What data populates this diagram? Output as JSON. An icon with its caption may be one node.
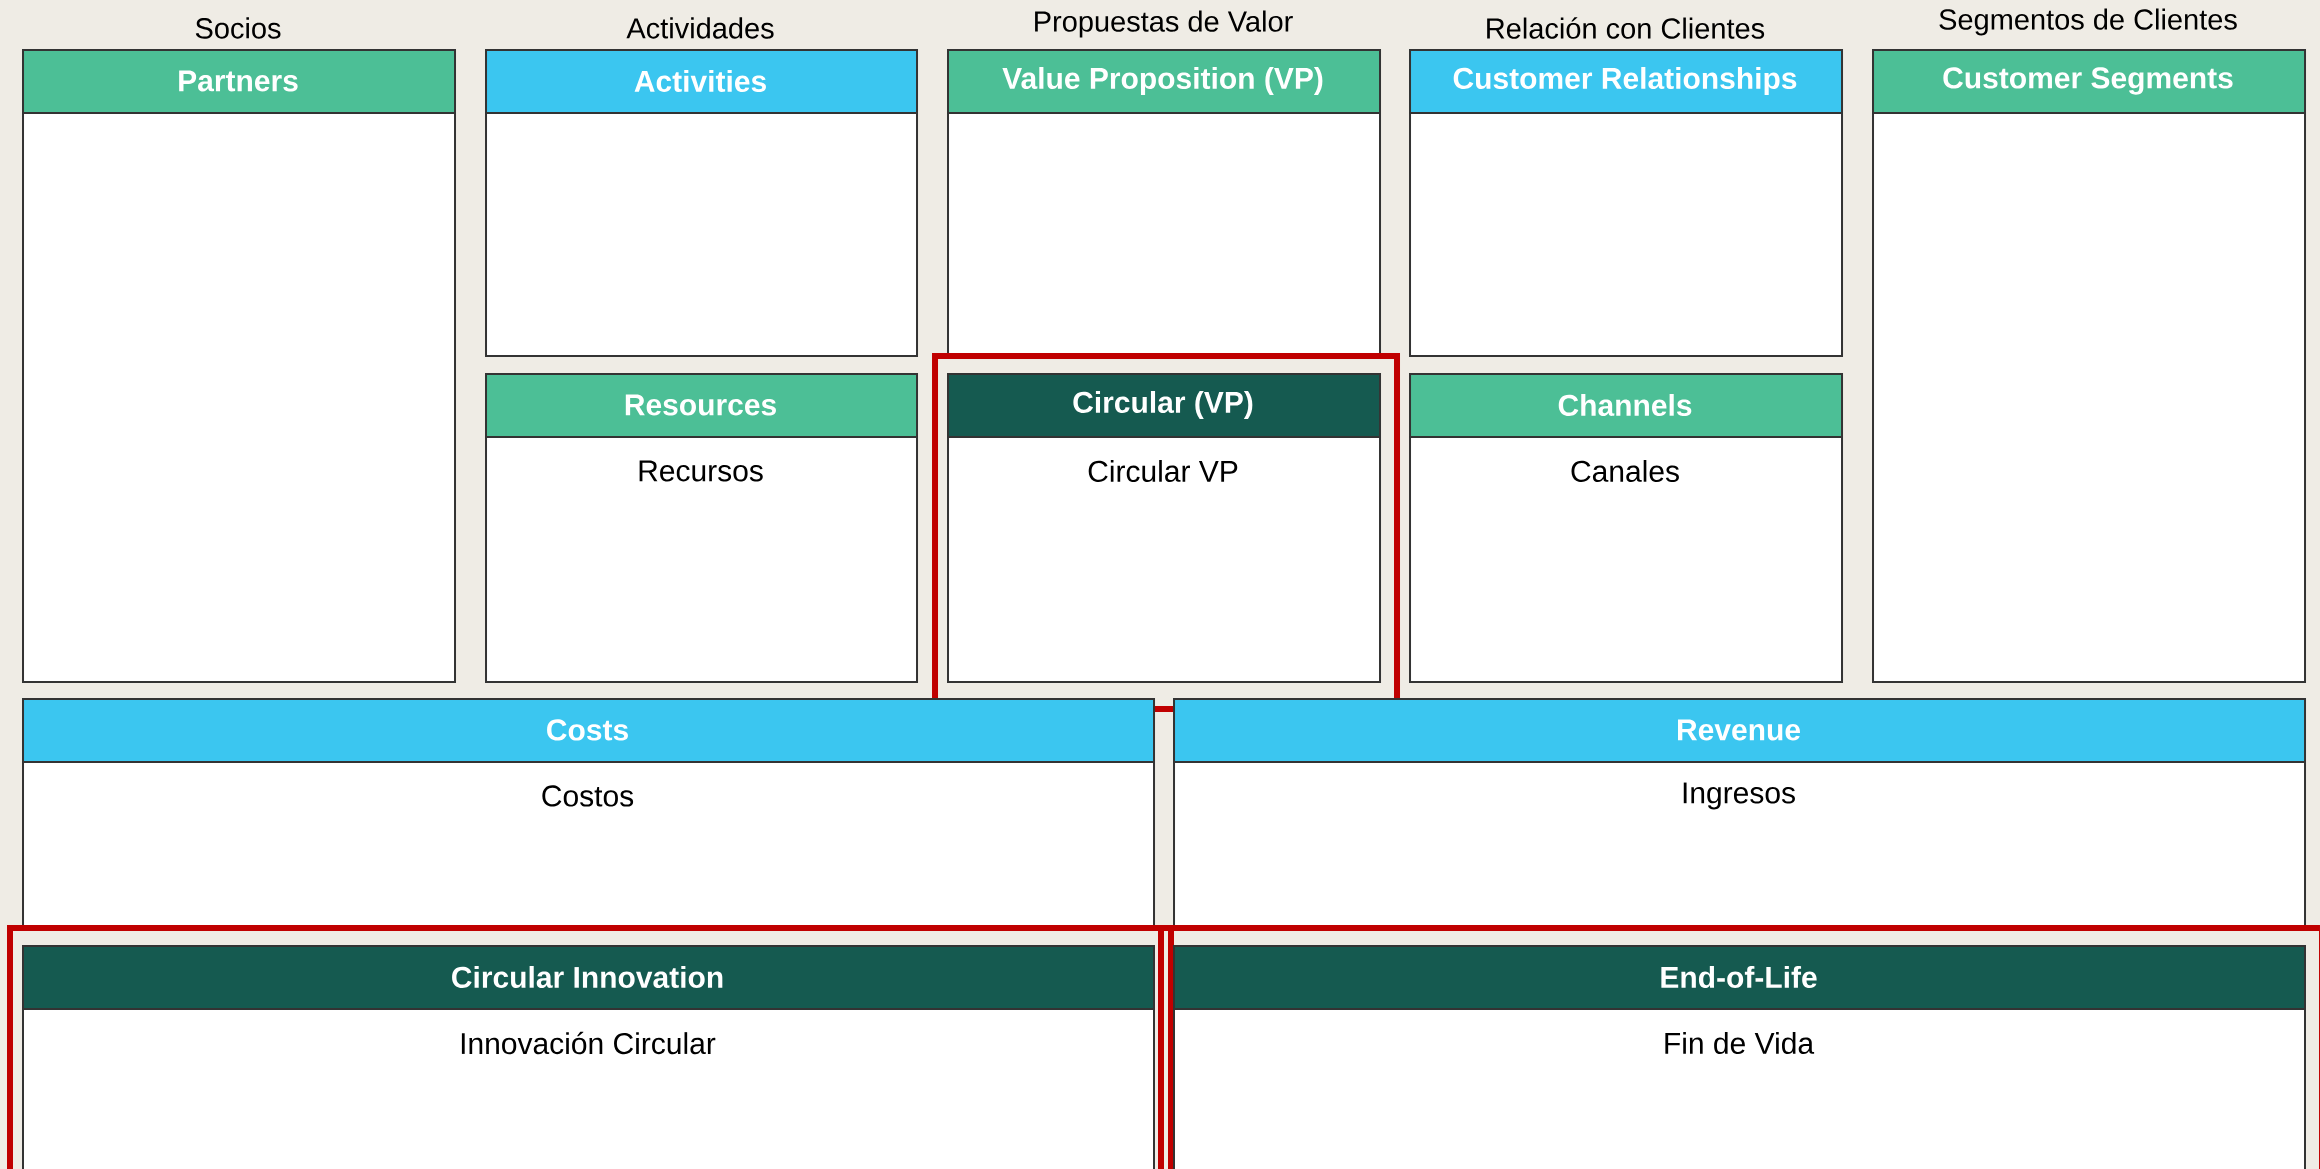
{
  "diagram": {
    "nodes": [
      {
        "text": [
          "Partners"
        ],
        "beside": [
          "Socios"
        ]
      },
      {
        "text": [
          "Activities"
        ],
        "beside": [
          "Actividades"
        ]
      },
      {
        "text": [
          "Value Proposition (VP)"
        ],
        "beside": [
          "Propuestas de Valor"
        ]
      },
      {
        "text": [
          "Customer Relationships"
        ],
        "beside": [
          "Relación con Clientes"
        ]
      },
      {
        "text": [
          "Customer Segments"
        ],
        "beside": [
          "Segmentos de Clientes"
        ]
      },
      {
        "text": [
          "Resources",
          "Recursos"
        ]
      },
      {
        "text": [],
        "shape": "box"
      },
      {
        "text": [
          "Circular (VP)",
          "Circular VP"
        ],
        "in": 6
      },
      {
        "text": [
          "Channels",
          "Canales"
        ]
      },
      {
        "text": [
          "Costs",
          "Costos"
        ]
      },
      {
        "text": [
          "Revenue",
          "Ingresos"
        ]
      },
      {
        "text": [],
        "shape": "box"
      },
      {
        "text": [
          "Circular Innovation",
          "Innovación Circular"
        ],
        "in": 11
      },
      {
        "text": [],
        "shape": "box"
      },
      {
        "text": [
          "End-of-Life",
          "Fin de Vida"
        ],
        "in": 13
      }
    ]
  }
}
